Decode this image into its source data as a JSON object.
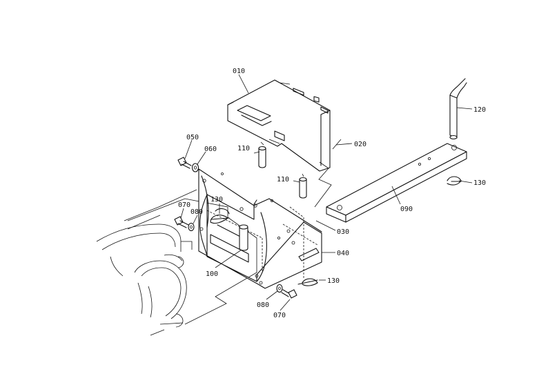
{
  "diagram": {
    "labels": {
      "p010": "010",
      "p020": "020",
      "p030": "030",
      "p040": "040",
      "p050": "050",
      "p060": "060",
      "p070a": "070",
      "p080a": "080",
      "p090": "090",
      "p100": "100",
      "p110a": "110",
      "p110b": "110",
      "p120": "120",
      "p130a": "130",
      "p130b": "130",
      "p130c": "130",
      "p080b": "080",
      "p070b": "070"
    }
  }
}
